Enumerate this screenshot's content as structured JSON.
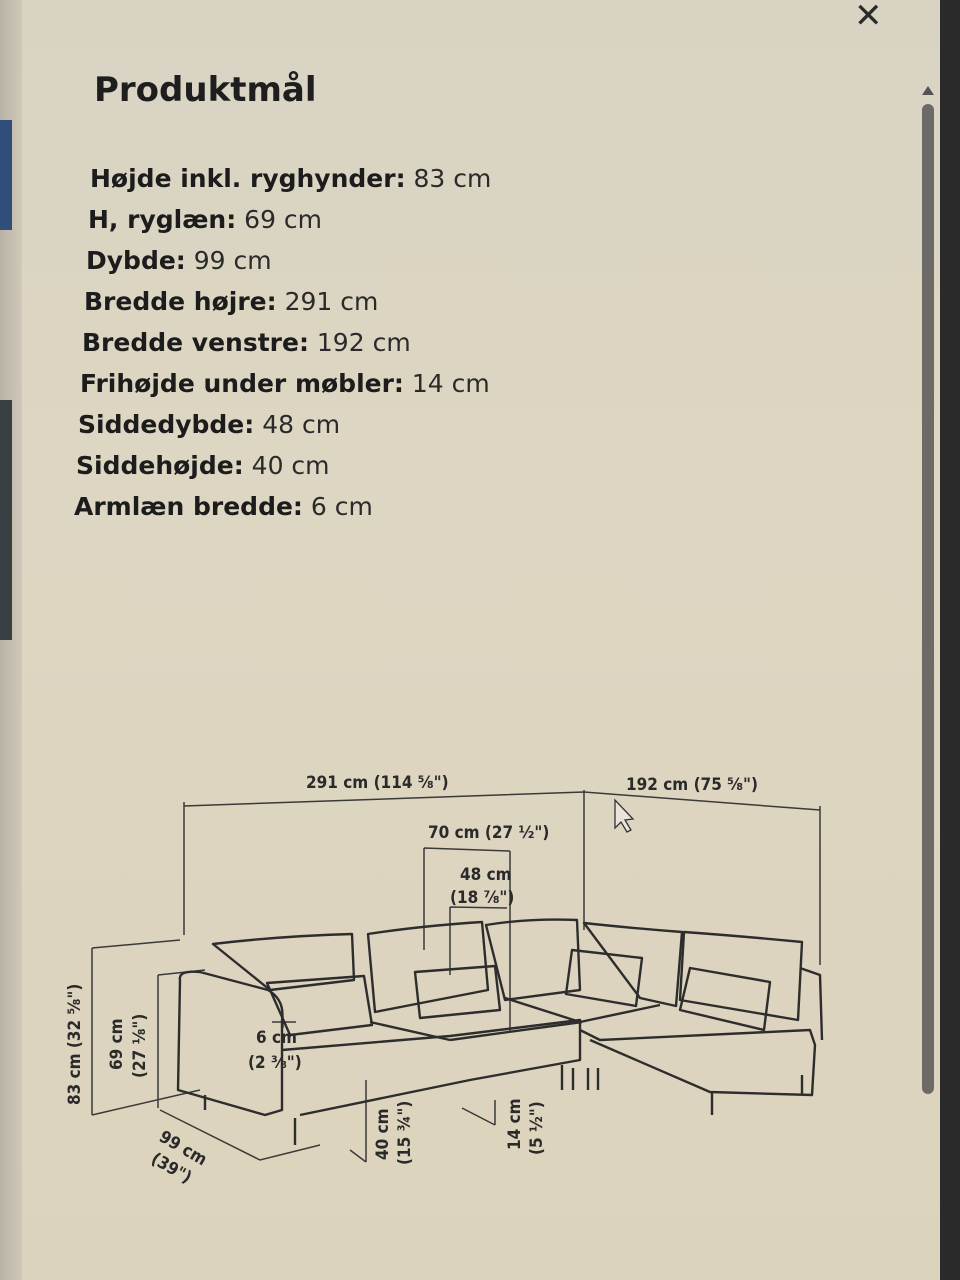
{
  "modal": {
    "title": "Produktmål",
    "close_icon": "close-x-icon",
    "specs": [
      {
        "label": "Højde inkl. ryghynder:",
        "value": "83 cm"
      },
      {
        "label": "H, ryglæn:",
        "value": "69 cm"
      },
      {
        "label": "Dybde:",
        "value": "99 cm"
      },
      {
        "label": "Bredde højre:",
        "value": "291 cm"
      },
      {
        "label": "Bredde venstre:",
        "value": "192 cm"
      },
      {
        "label": "Frihøjde under møbler:",
        "value": "14 cm"
      },
      {
        "label": "Siddedybde:",
        "value": "48 cm"
      },
      {
        "label": "Siddehøjde:",
        "value": "40 cm"
      },
      {
        "label": "Armlæn bredde:",
        "value": "6 cm"
      }
    ],
    "diagram": {
      "width_right": "291 cm (114 ⅝\")",
      "width_left": "192 cm (75 ⅝\")",
      "seat_width": "70 cm (27 ½\")",
      "seat_depth_cm": "48 cm",
      "seat_depth_in": "(18 ⅞\")",
      "height_total": "83 cm (32 ⅝\")",
      "height_back_cm": "69 cm",
      "height_back_in": "(27 ⅛\")",
      "arm_cm": "6 cm",
      "arm_in": "(2 ⅜\")",
      "depth_cm": "99 cm",
      "depth_in": "(39\")",
      "seat_height_cm": "40 cm",
      "seat_height_in": "(15 ¾\")",
      "clearance_cm": "14 cm",
      "clearance_in": "(5 ½\")"
    }
  }
}
